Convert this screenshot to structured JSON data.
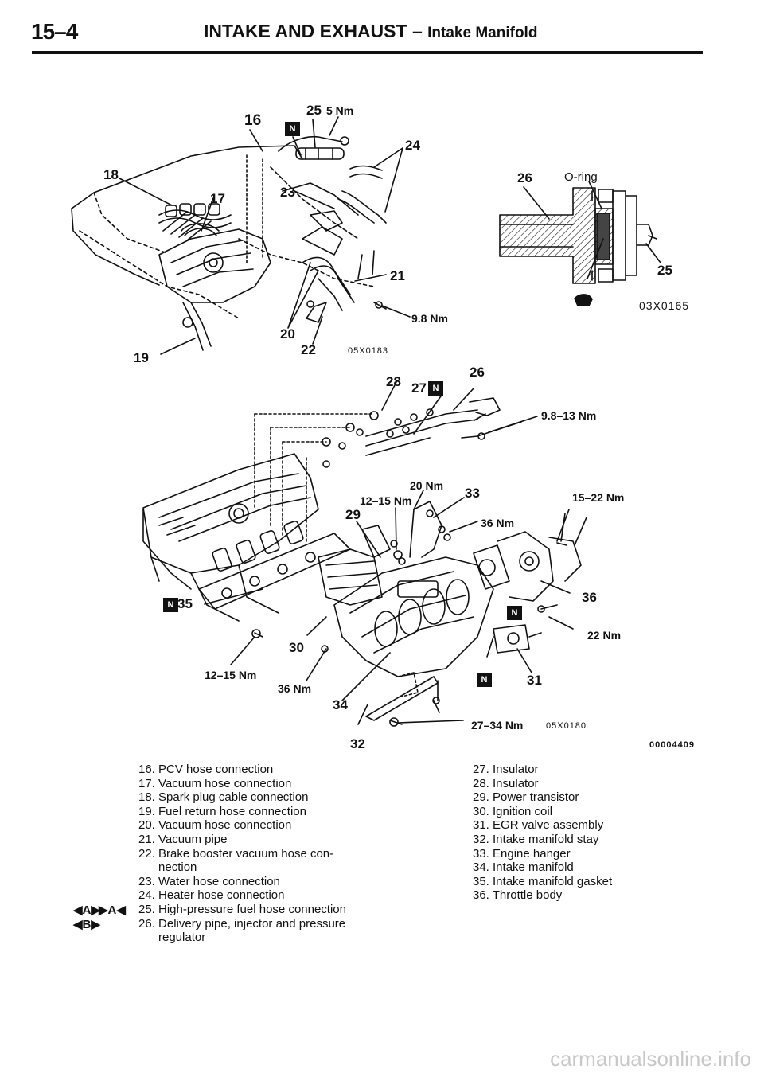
{
  "header": {
    "page_number": "15–4",
    "section": "INTAKE AND EXHAUST –",
    "subsection": "Intake Manifold"
  },
  "figure1": {
    "code": "05X0183",
    "labels": {
      "l16": "16",
      "l25": "25",
      "t25": "5 Nm",
      "l24": "24",
      "l18": "18",
      "l17": "17",
      "l23": "23",
      "l21": "21",
      "t98": "9.8 Nm",
      "l20": "20",
      "l22": "22",
      "l19": "19"
    }
  },
  "figure2": {
    "code": "03X0165",
    "labels": {
      "l26": "26",
      "oring": "O-ring",
      "l25": "25"
    }
  },
  "figure3": {
    "code": "05X0180",
    "code_main": "00004409",
    "labels": {
      "l28": "28",
      "l27": "27",
      "l26": "26",
      "t913": "9.8–13 Nm",
      "t20": "20 Nm",
      "t1215a": "12–15 Nm",
      "l33": "33",
      "t1522": "15–22 Nm",
      "l29": "29",
      "t36a": "36 Nm",
      "l35": "35",
      "l36": "36",
      "t22": "22 Nm",
      "l30": "30",
      "t1215b": "12–15 Nm",
      "t36b": "36 Nm",
      "l31": "31",
      "l34": "34",
      "t2734": "27–34 Nm",
      "l32": "32"
    }
  },
  "n_symbol": "N",
  "legend_left": [
    "16. PCV hose connection",
    "17. Vacuum hose connection",
    "18. Spark plug cable connection",
    "19. Fuel return hose connection",
    "20. Vacuum hose connection",
    "21. Vacuum pipe",
    "22. Brake booster vacuum hose con-",
    "      nection",
    "23. Water hose connection",
    "24. Heater hose connection",
    "25. High-pressure fuel hose connection",
    "26. Delivery pipe, injector and pressure",
    "      regulator"
  ],
  "legend_right": [
    "27. Insulator",
    "28. Insulator",
    "29. Power transistor",
    "30. Ignition coil",
    "31. EGR valve assembly",
    "32. Intake manifold stay",
    "33. Engine hanger",
    "34. Intake manifold",
    "35. Intake manifold gasket",
    "36. Throttle body"
  ],
  "markers": {
    "row25_left": "◀A▶",
    "row25_right": "▶A◀",
    "row26_left": "◀B▶"
  },
  "watermark": "carmanualsonline.info"
}
